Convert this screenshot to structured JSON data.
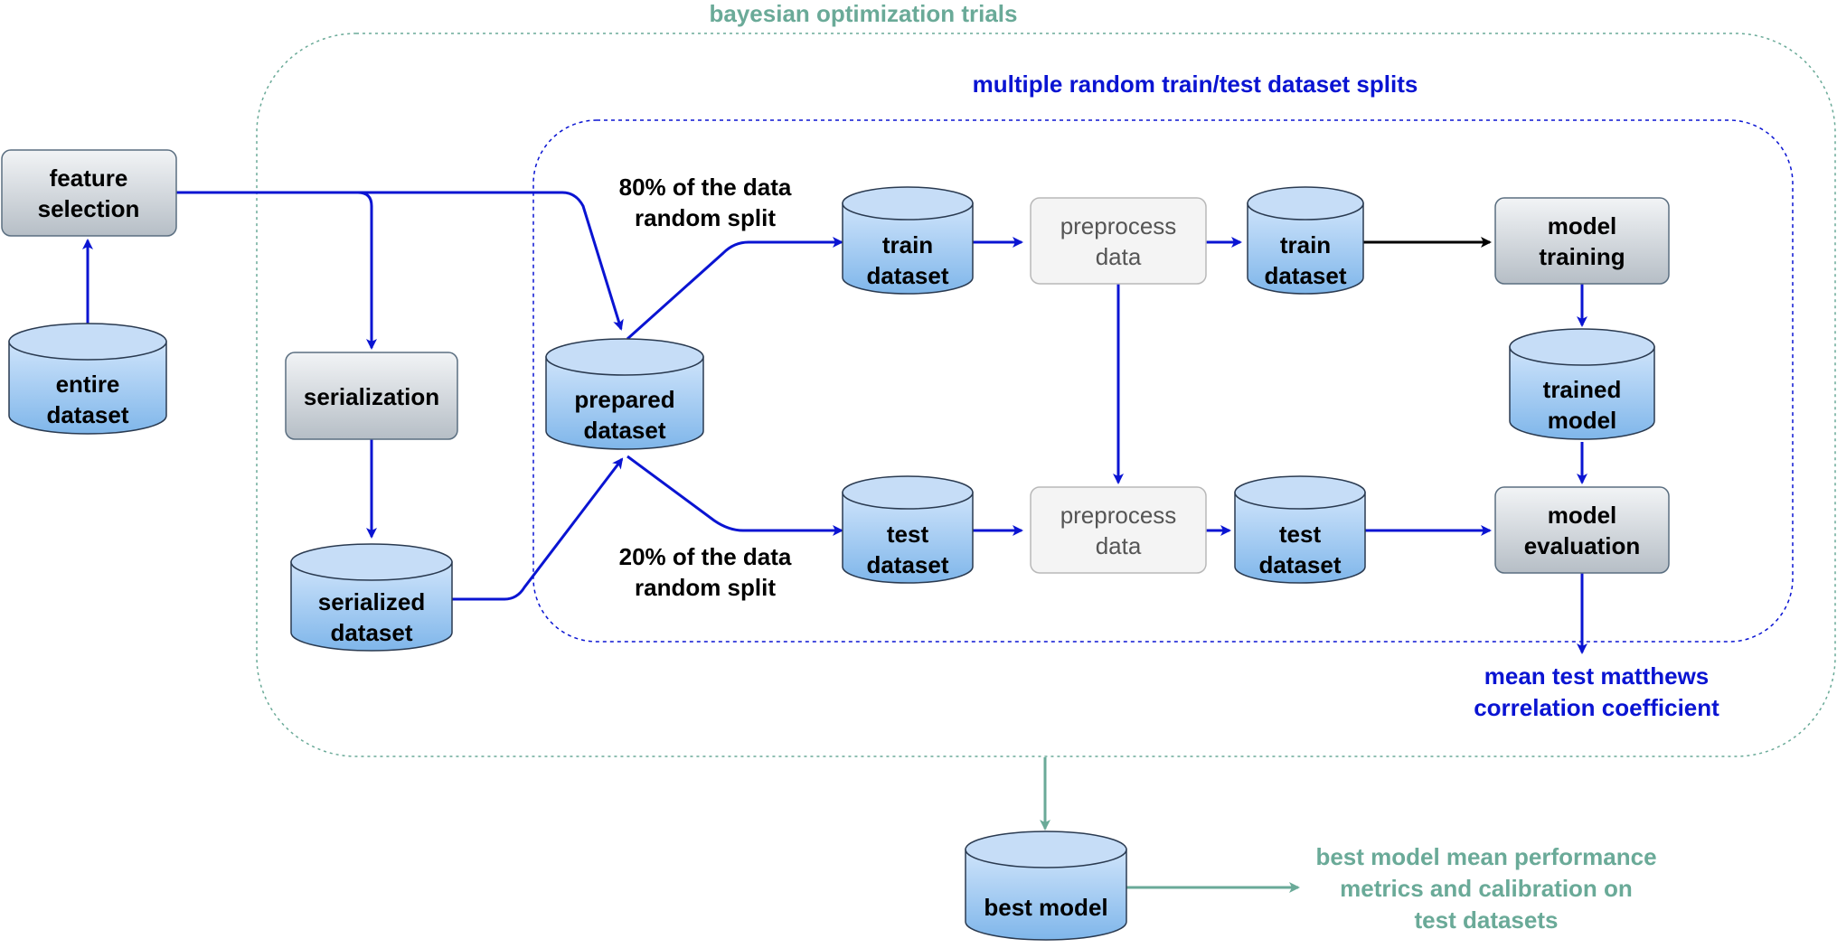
{
  "colors": {
    "blue": "#0a14d2",
    "teal": "#6aaa98",
    "black": "#000000",
    "cylinder_top": "#cfe4fb",
    "cylinder_bottom": "#7fb6ea",
    "box_top": "#f2f4f6",
    "box_bottom": "#b6bec6",
    "light_box": "#f4f4f4"
  },
  "labels": {
    "bayesian_trials": "bayesian optimization trials",
    "multiple_splits": "multiple random train/test dataset splits",
    "split_80": [
      "80% of the data",
      "random split"
    ],
    "split_20": [
      "20% of the data",
      "random split"
    ],
    "mean_mcc": [
      "mean test matthews",
      "correlation coefficient"
    ],
    "best_metrics": [
      "best model mean performance",
      "metrics and calibration on",
      "test datasets"
    ]
  },
  "nodes": {
    "feature_selection": [
      "feature",
      "selection"
    ],
    "entire_dataset": [
      "entire",
      "dataset"
    ],
    "serialization": [
      "serialization"
    ],
    "serialized_dataset": [
      "serialized",
      "dataset"
    ],
    "prepared_dataset": [
      "prepared",
      "dataset"
    ],
    "train_dataset_raw": [
      "train",
      "dataset"
    ],
    "test_dataset_raw": [
      "test",
      "dataset"
    ],
    "preprocess_train": [
      "preprocess",
      "data"
    ],
    "preprocess_test": [
      "preprocess",
      "data"
    ],
    "train_dataset_processed": [
      "train",
      "dataset"
    ],
    "test_dataset_processed": [
      "test",
      "dataset"
    ],
    "model_training": [
      "model",
      "training"
    ],
    "trained_model": [
      "trained",
      "model"
    ],
    "model_evaluation": [
      "model",
      "evaluation"
    ],
    "best_model": [
      "best model"
    ]
  }
}
